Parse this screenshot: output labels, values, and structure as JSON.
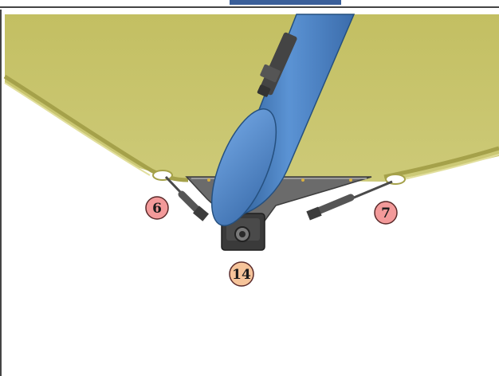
{
  "diagram": {
    "callouts": [
      {
        "label": "6",
        "fill": "#f39a9a"
      },
      {
        "label": "7",
        "fill": "#f39a9a"
      },
      {
        "label": "14",
        "fill": "#f6c49a"
      }
    ]
  },
  "colors": {
    "panel": "#c6c26a",
    "panel_edge": "#a8a44c",
    "tube": "#4f86c8",
    "tube_dark": "#2f5f98",
    "bracket": "#6e6e6e",
    "callout_stroke": "#5a2a2a"
  }
}
